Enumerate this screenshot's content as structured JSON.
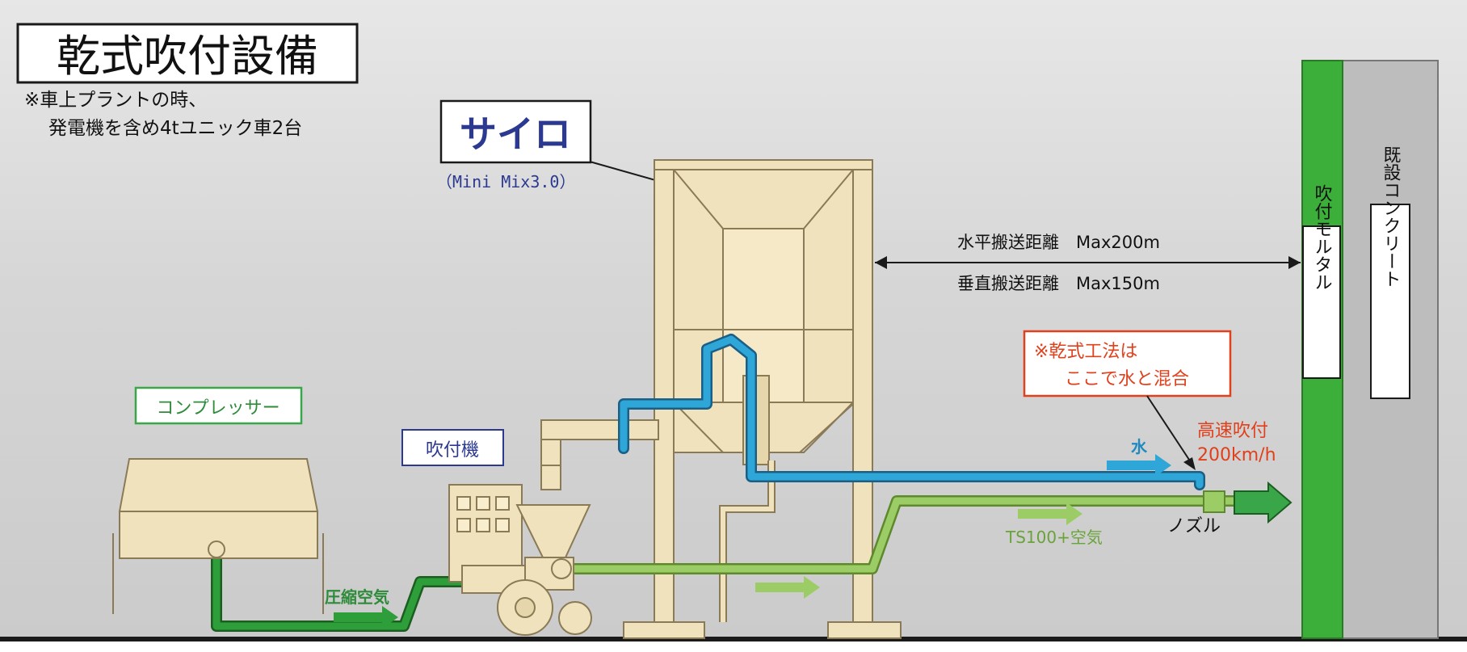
{
  "title": "乾式吹付設備",
  "note": {
    "line1": "※車上プラントの時、",
    "line2": "発電機を含め4tユニック車2台"
  },
  "silo": {
    "label": "サイロ",
    "model": "（Mini Mix3.0）"
  },
  "distance": {
    "horizontal": "水平搬送距離　Max200m",
    "vertical": "垂直搬送距離　Max150m"
  },
  "wall": {
    "mortar_label": "吹付モルタル",
    "concrete_label": "既設コンクリート"
  },
  "compressor": {
    "label": "コンプレッサー"
  },
  "sprayer": {
    "label": "吹付機"
  },
  "callout": {
    "line1": "※乾式工法は",
    "line2": "ここで水と混合"
  },
  "flows": {
    "water": "水",
    "compressed_air": "圧縮空気",
    "material": "TS100+空気",
    "speed_line1": "高速吹付",
    "speed_line2": "200km/h",
    "nozzle": "ノズル"
  },
  "colors": {
    "background": "#cfcfcf",
    "equipment_fill": "#f0e2bd",
    "equipment_stroke": "#8a7a55",
    "water_pipe": "#2ea7d8",
    "air_pipe": "#2e9e3a",
    "material_pipe": "#9ccc65",
    "mortar_wall": "#3cae3a",
    "concrete_wall": "#bdbdbd",
    "title_navy": "#2b3990",
    "callout_red": "#e0401c"
  }
}
